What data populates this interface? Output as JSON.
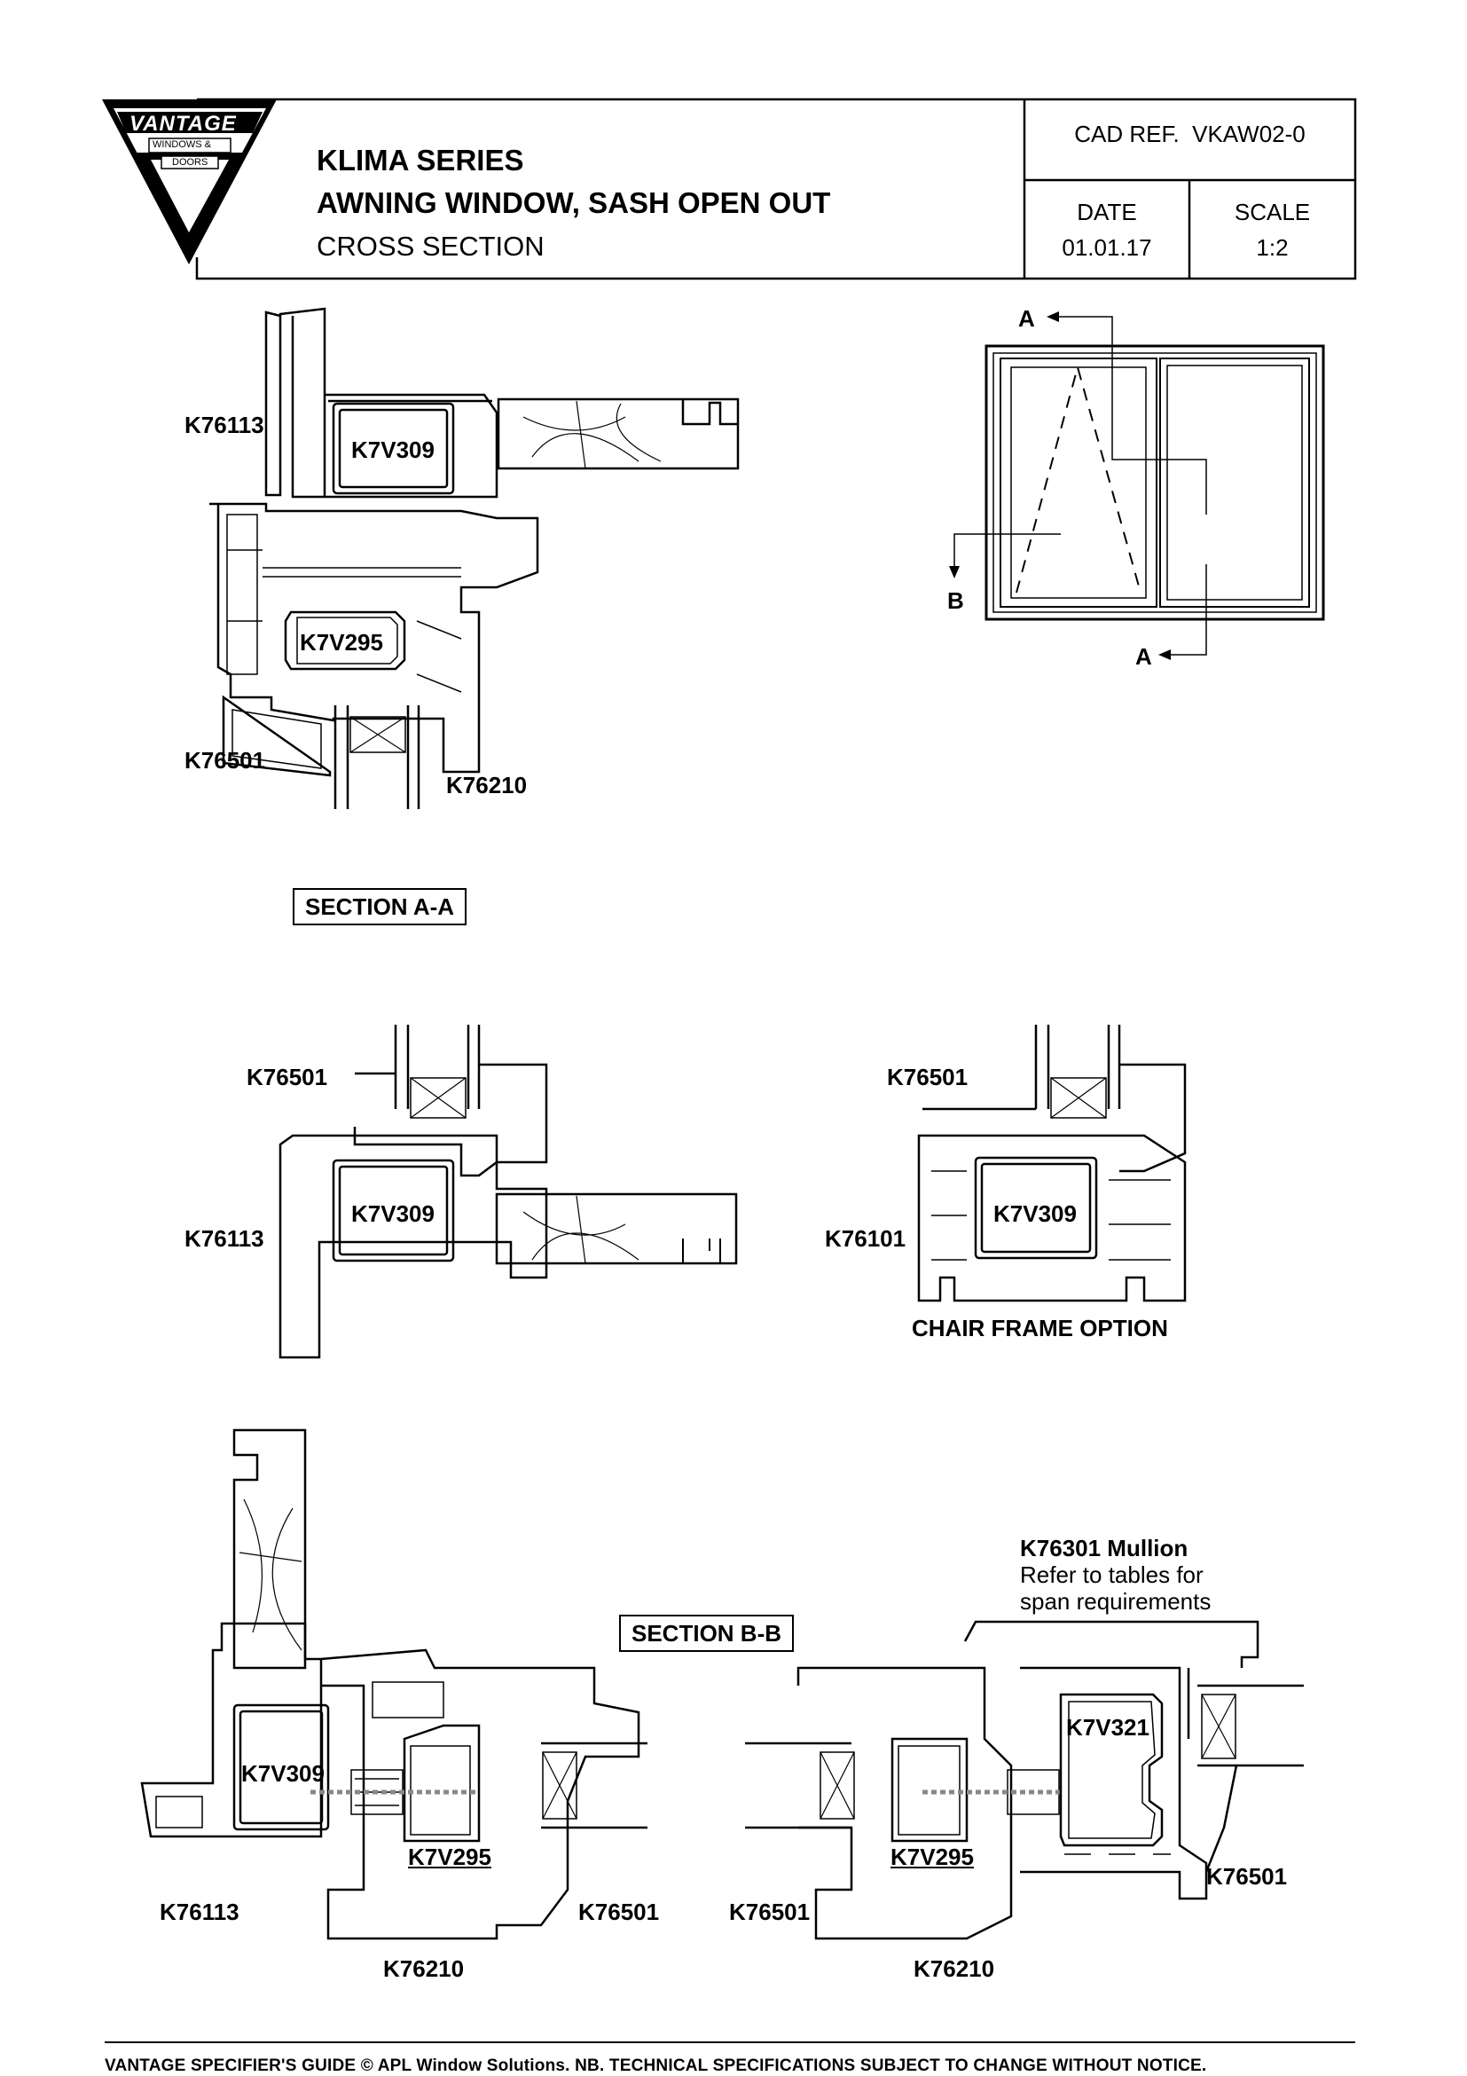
{
  "logo": {
    "brand": "VANTAGE",
    "line1": "WINDOWS &",
    "line2": "DOORS"
  },
  "title_block": {
    "series": "KLIMA SERIES",
    "window": "AWNING WINDOW, SASH OPEN OUT",
    "view": "CROSS SECTION",
    "cad_ref": "CAD REF.  VKAW02-0",
    "date_label": "DATE",
    "date_value": "01.01.17",
    "scale_label": "SCALE",
    "scale_value": "1:2"
  },
  "elevation": {
    "section_a_top": "A",
    "section_a_bottom": "A",
    "section_b": "B"
  },
  "section_a": {
    "title": "SECTION A-A",
    "top_labels": {
      "frame": "K76113",
      "reinforcement": "K7V309",
      "sash_reinforcement": "K7V295",
      "sash": "K76501",
      "bead": "K76210"
    },
    "bottom_left_labels": {
      "sash": "K76501",
      "frame": "K76113",
      "reinforcement": "K7V309"
    },
    "bottom_right_labels": {
      "sash": "K76501",
      "frame": "K76101",
      "reinforcement": "K7V309",
      "caption": "CHAIR FRAME OPTION"
    }
  },
  "section_b": {
    "title": "SECTION B-B",
    "left_labels": {
      "reinforcement": "K7V309",
      "sash_reinforcement": "K7V295",
      "frame": "K76113",
      "sash": "K76501",
      "bead": "K76210"
    },
    "right_labels": {
      "mullion": "K76301 Mullion",
      "note_line1": "Refer to tables for",
      "note_line2": "span requirements",
      "mullion_reinforcement": "K7V321",
      "sash_reinforcement": "K7V295",
      "sash_left": "K76501",
      "sash_right": "K76501",
      "bead": "K76210"
    }
  },
  "footer": "VANTAGE SPECIFIER'S GUIDE  © APL Window Solutions. NB. TECHNICAL SPECIFICATIONS SUBJECT TO CHANGE WITHOUT NOTICE."
}
